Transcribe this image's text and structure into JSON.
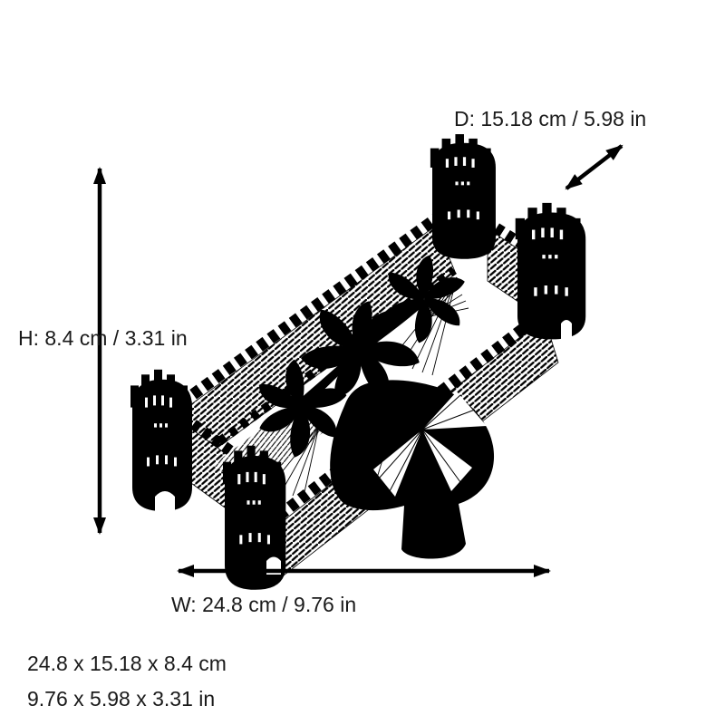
{
  "labels": {
    "depth": "D: 15.18 cm / 5.98 in",
    "height": "H: 8.4 cm / 3.31 in",
    "width": "W: 24.8 cm / 9.76 in"
  },
  "summary": {
    "metric": "24.8 x 15.18 x 8.4 cm",
    "imperial": "9.76 x 5.98 x 3.31 in"
  },
  "dimensions": {
    "width_cm": 24.8,
    "depth_cm": 15.18,
    "height_cm": 8.4,
    "width_in": 9.76,
    "depth_in": 5.98,
    "height_in": 3.31
  },
  "model": {
    "icon": "castle-wireframe"
  },
  "colors": {
    "ink": "#000000",
    "text": "#1a1a1a",
    "background": "#ffffff"
  }
}
